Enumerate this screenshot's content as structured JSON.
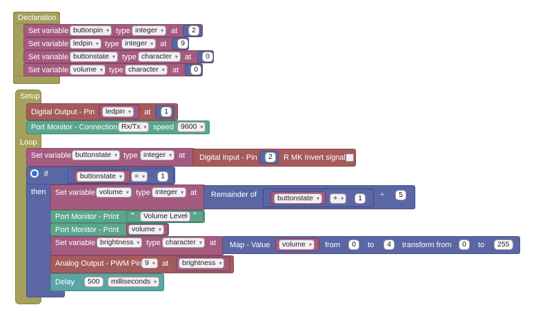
{
  "declaration": {
    "title": "Declaration",
    "rows": [
      {
        "label": "Set variable",
        "name": "buttonpin",
        "type_label": "type",
        "type": "integer",
        "at_label": "at",
        "value": "2"
      },
      {
        "label": "Set variable",
        "name": "ledpin",
        "type_label": "type",
        "type": "integer",
        "at_label": "at",
        "value": "9"
      },
      {
        "label": "Set variable",
        "name": "buttonstate",
        "type_label": "type",
        "type": "character",
        "at_label": "at",
        "value": "0"
      },
      {
        "label": "Set variable",
        "name": "volume",
        "type_label": "type",
        "type": "character",
        "at_label": "at",
        "value": "0"
      }
    ]
  },
  "setup": {
    "title": "Setup",
    "digital_output": {
      "label": "Digital Output - Pin",
      "pin": "ledpin",
      "at_label": "at",
      "value": "1"
    },
    "port_monitor": {
      "label": "Port Monitor - Connection",
      "mode": "Rx/Tx",
      "speed_label": "speed",
      "speed": "9600"
    }
  },
  "loop": {
    "title": "Loop",
    "set_buttonstate": {
      "label": "Set variable",
      "name": "buttonstate",
      "type_label": "type",
      "type": "integer",
      "at_label": "at",
      "input_label": "Digital Input - Pin",
      "pin": "2",
      "invert_label": "R MK Invert signal"
    },
    "if_block": {
      "if_label": "if",
      "then_label": "then",
      "condition": {
        "var": "buttonstate",
        "op": "=",
        "value": "1"
      },
      "set_volume": {
        "label": "Set variable",
        "name": "volume",
        "type_label": "type",
        "type": "integer",
        "at_label": "at",
        "remainder_label": "Remainder of",
        "var": "buttonstate",
        "op": "+",
        "add": "1",
        "div": "÷",
        "divisor": "5"
      },
      "print1": {
        "label": "Port Monitor - Print",
        "text": "Volume Level",
        "open_quote": "“",
        "close_quote": "”"
      },
      "print2": {
        "label": "Port Monitor - Print",
        "var": "volume"
      },
      "set_brightness": {
        "label": "Set variable",
        "name": "brightness",
        "type_label": "type",
        "type": "character",
        "at_label": "at",
        "map_label": "Map - Value",
        "var": "volume",
        "from_label": "from",
        "from1": "0",
        "to_label": "to",
        "to1": "4",
        "transform_label": "transform from",
        "from2": "0",
        "to2_label": "to",
        "to2": "255"
      },
      "analog": {
        "label": "Analog Output - PWM Pin",
        "pin": "9",
        "at_label": "at",
        "var": "brightness"
      },
      "delay": {
        "label": "Delay",
        "value": "500",
        "unit": "milliseconds"
      }
    }
  },
  "colors": {
    "variable": "#a55b80",
    "io": "#a55b5b",
    "serial": "#5ba58c",
    "math": "#5b67a5",
    "structure": "#a5a05b",
    "time": "#5ba5a5"
  }
}
